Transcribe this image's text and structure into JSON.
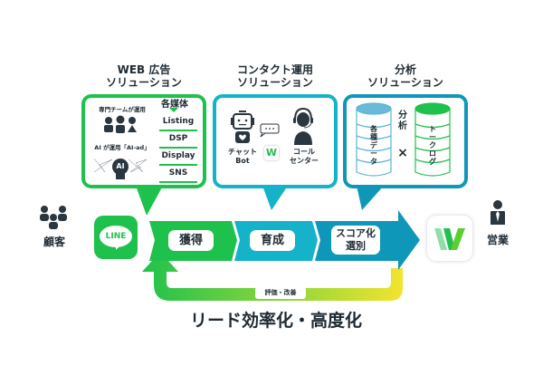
{
  "colors": {
    "green": "#1fc14d",
    "teal": "#14b3c9",
    "blue": "#0f97ba",
    "yellow": "#f2e42e",
    "dark": "#2a3640"
  },
  "solutions": [
    {
      "title_line1": "WEB 広告",
      "title_line2": "ソリューション"
    },
    {
      "title_line1": "コンタクト運用",
      "title_line2": "ソリューション"
    },
    {
      "title_line1": "分析",
      "title_line2": "ソリューション"
    }
  ],
  "web_box": {
    "team_label": "専門チームが運用",
    "ai_label": "AI が運用「AI-ad」",
    "ai_badge": "AI",
    "media_heading": "各媒体",
    "media": [
      "Listing",
      "DSP",
      "Display",
      "SNS"
    ]
  },
  "contact_box": {
    "chatbot_label_1": "チャット",
    "chatbot_label_2": "Bot",
    "call_label_1": "コール",
    "call_label_2": "センター",
    "logo": "W"
  },
  "analysis_box": {
    "data_label": "各種データ",
    "analysis_label": "分析",
    "cross": "×",
    "log_label": "トークログ"
  },
  "customer": {
    "label": "顧客"
  },
  "sales": {
    "label": "営業"
  },
  "line_logo": "LINE",
  "flow": {
    "step1": "獲得",
    "step2": "育成",
    "step3_line1": "スコア化",
    "step3_line2": "選別"
  },
  "feedback": {
    "label": "評価・改善"
  },
  "headline": "リード効率化・高度化"
}
